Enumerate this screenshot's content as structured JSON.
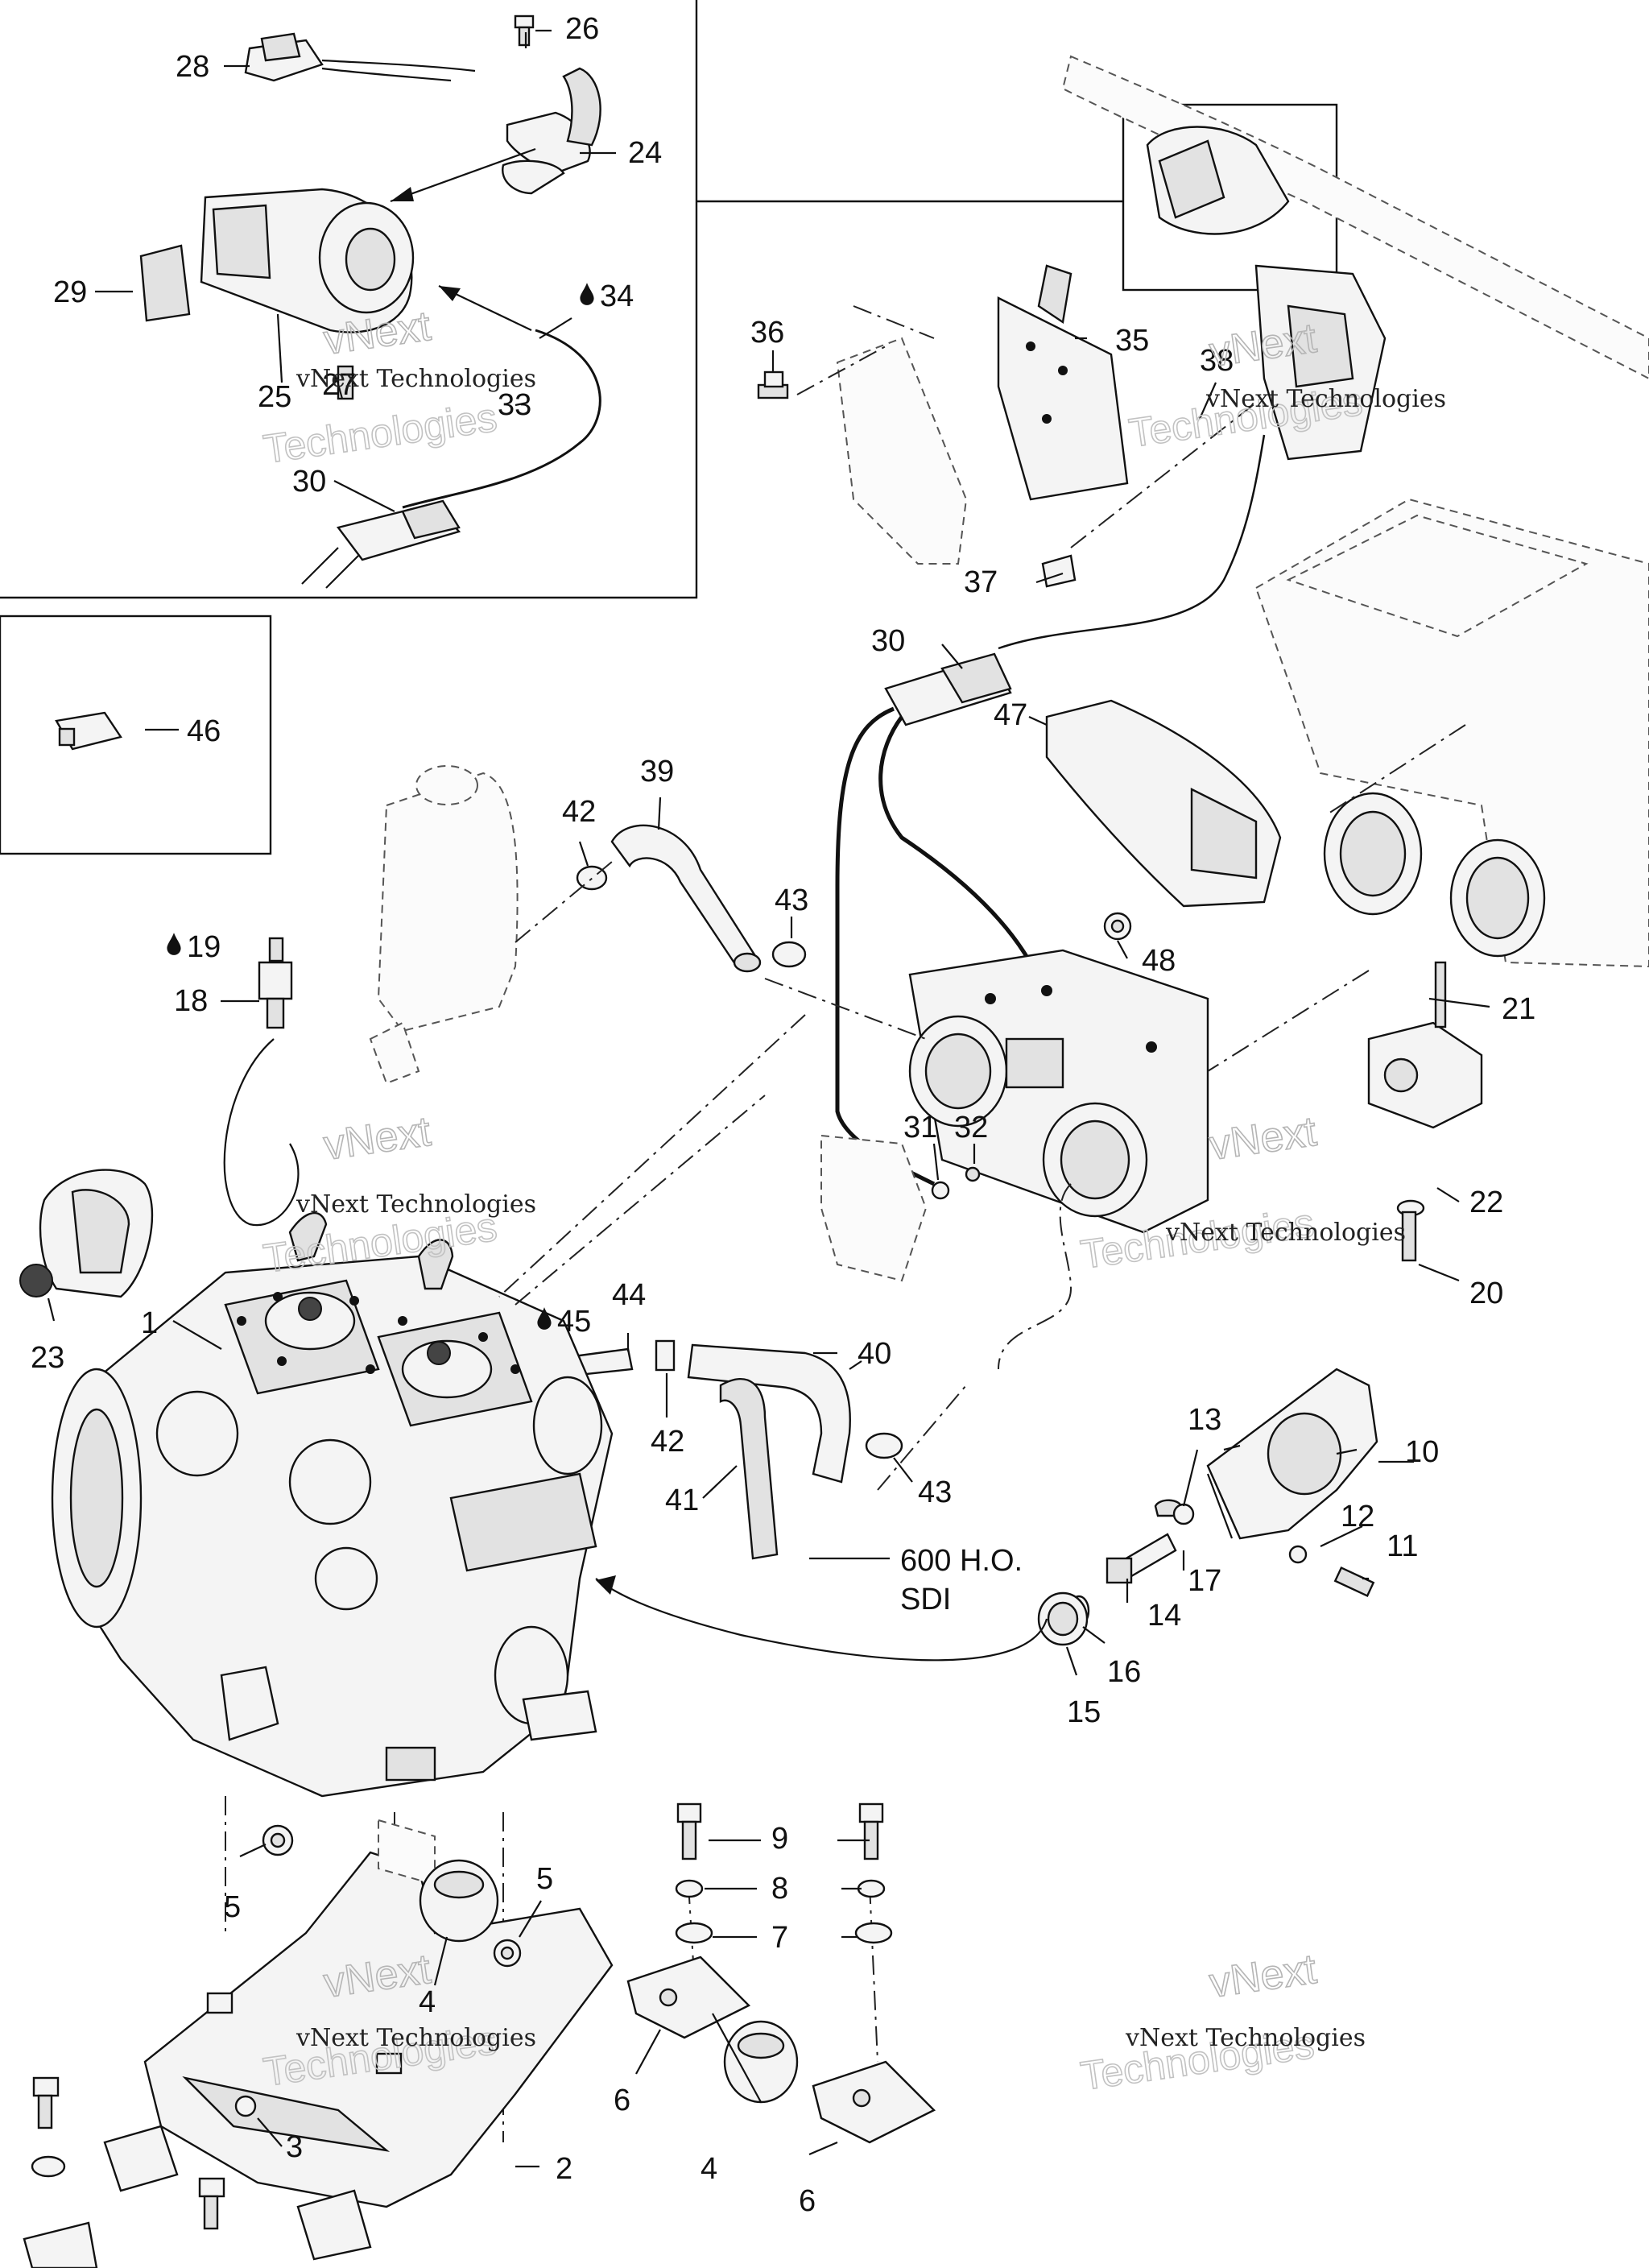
{
  "callouts": {
    "c1": "1",
    "c2": "2",
    "c3": "3",
    "c4a": "4",
    "c4b": "4",
    "c5a": "5",
    "c5b": "5",
    "c6a": "6",
    "c6b": "6",
    "c7": "7",
    "c8": "8",
    "c9": "9",
    "c10": "10",
    "c11": "11",
    "c12": "12",
    "c13": "13",
    "c14": "14",
    "c15": "15",
    "c16": "16",
    "c17": "17",
    "c18": "18",
    "c19": "19",
    "c20": "20",
    "c21": "21",
    "c22": "22",
    "c23": "23",
    "c24": "24",
    "c25": "25",
    "c26": "26",
    "c27": "27",
    "c28": "28",
    "c29": "29",
    "c30a": "30",
    "c30b": "30",
    "c31": "31",
    "c32": "32",
    "c33": "33",
    "c34": "34",
    "c35": "35",
    "c36": "36",
    "c37": "37",
    "c38": "38",
    "c39": "39",
    "c40": "40",
    "c41": "41",
    "c42a": "42",
    "c42b": "42",
    "c43a": "43",
    "c43b": "43",
    "c44": "44",
    "c45": "45",
    "c46": "46",
    "c47": "47",
    "c48": "48"
  },
  "variant_note": {
    "line1": "600 H.O.",
    "line2": "SDI"
  },
  "watermark": {
    "line1": "vNext Technologies",
    "line2": "vNext",
    "line3": "Technologies"
  },
  "icons": {
    "oil_drop": "oil-drop-icon"
  },
  "colors": {
    "line": "#111111",
    "background": "#ffffff",
    "watermark": "#b5b5b5"
  }
}
